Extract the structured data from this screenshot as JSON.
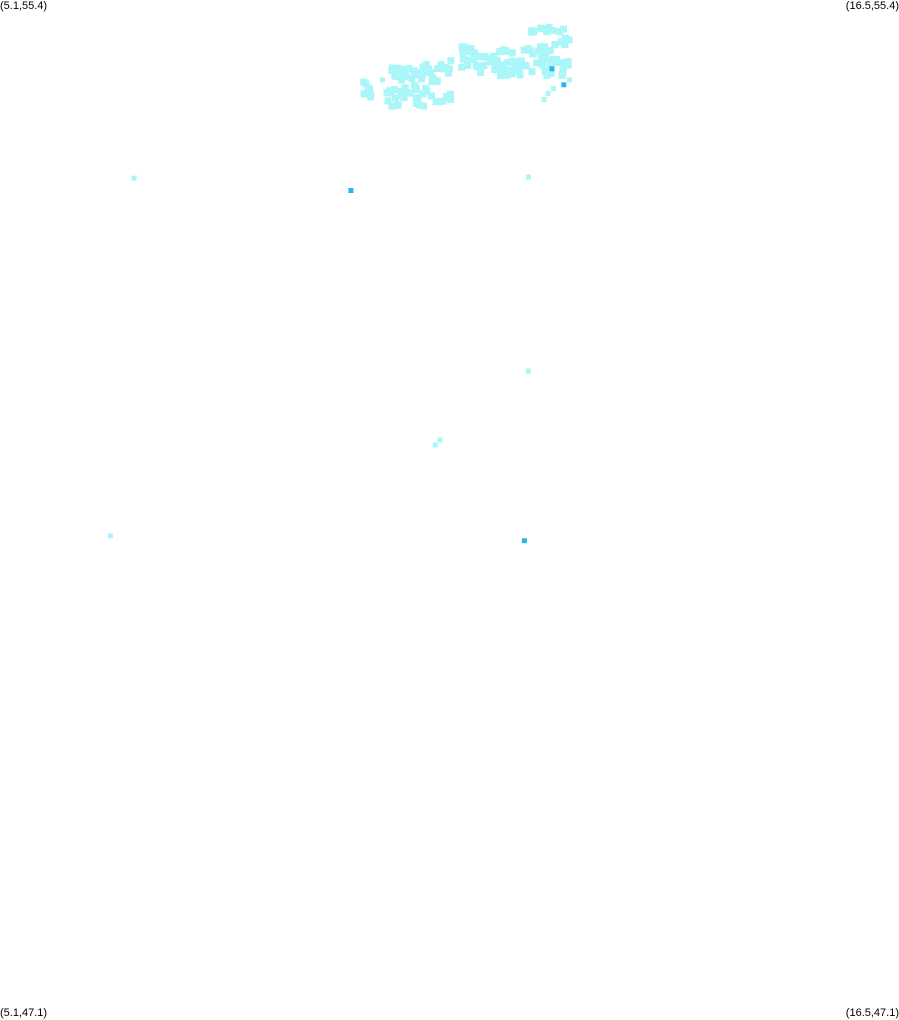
{
  "corners": {
    "top_left": "(5.1,55.4)",
    "top_right": "(16.5,55.4)",
    "bottom_left": "(5.1,47.1)",
    "bottom_right": "(16.5,47.1)"
  },
  "extent": {
    "lon_min": 5.1,
    "lon_max": 16.5,
    "lat_min": 47.1,
    "lat_max": 55.4
  },
  "colors": {
    "background": "#ffffff",
    "low": "#aaf6f8",
    "high": "#29b6f0"
  },
  "points": [
    {
      "lon": 6.8,
      "lat": 53.95,
      "level": "low"
    },
    {
      "lon": 9.55,
      "lat": 53.85,
      "level": "high"
    },
    {
      "lon": 11.8,
      "lat": 53.96,
      "level": "low"
    },
    {
      "lon": 11.8,
      "lat": 52.38,
      "level": "low"
    },
    {
      "lon": 10.68,
      "lat": 51.82,
      "level": "low"
    },
    {
      "lon": 10.62,
      "lat": 51.78,
      "level": "low"
    },
    {
      "lon": 6.5,
      "lat": 51.04,
      "level": "low"
    },
    {
      "lon": 11.75,
      "lat": 51.0,
      "level": "high"
    },
    {
      "lon": 12.05,
      "lat": 54.64,
      "level": "low"
    },
    {
      "lon": 12.0,
      "lat": 54.59,
      "level": "low"
    },
    {
      "lon": 12.12,
      "lat": 54.68,
      "level": "low"
    },
    {
      "lon": 12.1,
      "lat": 54.84,
      "level": "high"
    },
    {
      "lon": 12.25,
      "lat": 54.71,
      "level": "high"
    },
    {
      "lon": 12.32,
      "lat": 54.75,
      "level": "low"
    },
    {
      "lon": 9.95,
      "lat": 54.75,
      "level": "low"
    }
  ],
  "clusters": [
    {
      "lon_min": 9.7,
      "lon_max": 9.85,
      "lat_min": 54.6,
      "lat_max": 54.75,
      "count": 10
    },
    {
      "lon_min": 10.0,
      "lon_max": 10.85,
      "lat_min": 54.53,
      "lat_max": 54.85,
      "count": 55
    },
    {
      "lon_min": 10.1,
      "lon_max": 10.65,
      "lat_min": 54.75,
      "lat_max": 54.85,
      "count": 10
    },
    {
      "lon_min": 10.45,
      "lon_max": 10.9,
      "lat_min": 54.82,
      "lat_max": 54.88,
      "count": 8
    },
    {
      "lon_min": 10.8,
      "lon_max": 11.15,
      "lat_min": 54.84,
      "lat_max": 55.02,
      "count": 16
    },
    {
      "lon_min": 11.1,
      "lon_max": 12.2,
      "lat_min": 54.78,
      "lat_max": 55.0,
      "count": 60
    },
    {
      "lon_min": 11.8,
      "lon_max": 12.15,
      "lat_min": 54.96,
      "lat_max": 55.05,
      "count": 10
    },
    {
      "lon_min": 12.05,
      "lon_max": 12.35,
      "lat_min": 54.78,
      "lat_max": 54.9,
      "count": 12
    },
    {
      "lon_min": 11.8,
      "lon_max": 12.3,
      "lat_min": 55.13,
      "lat_max": 55.18,
      "count": 14
    },
    {
      "lon_min": 12.2,
      "lon_max": 12.35,
      "lat_min": 55.02,
      "lat_max": 55.1,
      "count": 4
    }
  ]
}
